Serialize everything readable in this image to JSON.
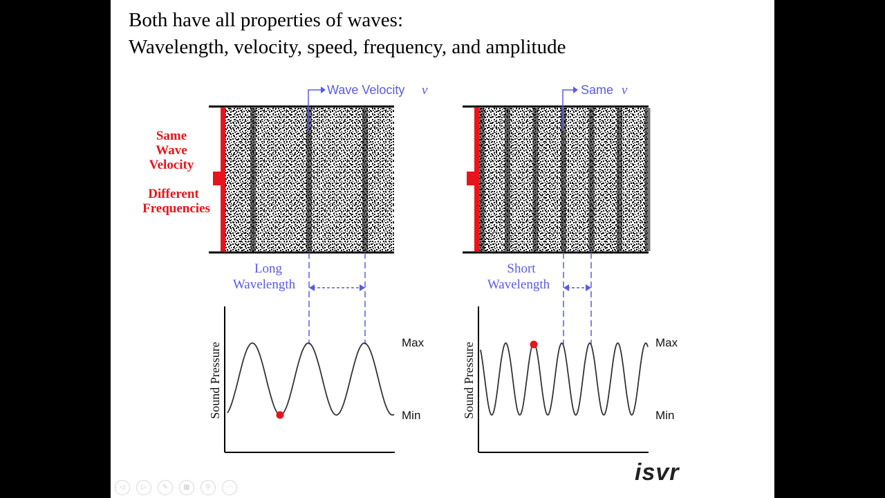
{
  "slide": {
    "title_line1": "Both have all properties of waves:",
    "title_line2": "Wavelength, velocity, speed, frequency, and amplitude"
  },
  "left_labels": {
    "same": "Same",
    "wave": "Wave",
    "velocity": "Velocity",
    "different": "Different",
    "frequencies": "Frequencies"
  },
  "left_panel": {
    "velocity_label": "Wave Velocity",
    "velocity_symbol": "ν",
    "wavelength_line1": "Long",
    "wavelength_line2": "Wavelength",
    "y_axis": "Sound Pressure",
    "max": "Max",
    "min": "Min",
    "cycles_shown": 2.75
  },
  "right_panel": {
    "velocity_label": "Same",
    "velocity_symbol": "ν",
    "wavelength_line1": "Short",
    "wavelength_line2": "Wavelength",
    "y_axis": "Sound Pressure",
    "max": "Max",
    "min": "Min",
    "cycles_shown": 6
  },
  "colors": {
    "accent_red": "#e8141c",
    "annotation_blue": "#5a5ae6"
  },
  "logo": "isvr",
  "controls": [
    {
      "name": "previous-icon",
      "glyph": "◁"
    },
    {
      "name": "next-icon",
      "glyph": "▷"
    },
    {
      "name": "pen-icon",
      "glyph": "✎"
    },
    {
      "name": "slides-icon",
      "glyph": "▦"
    },
    {
      "name": "zoom-icon",
      "glyph": "⚲"
    },
    {
      "name": "more-icon",
      "glyph": "⋯"
    }
  ]
}
